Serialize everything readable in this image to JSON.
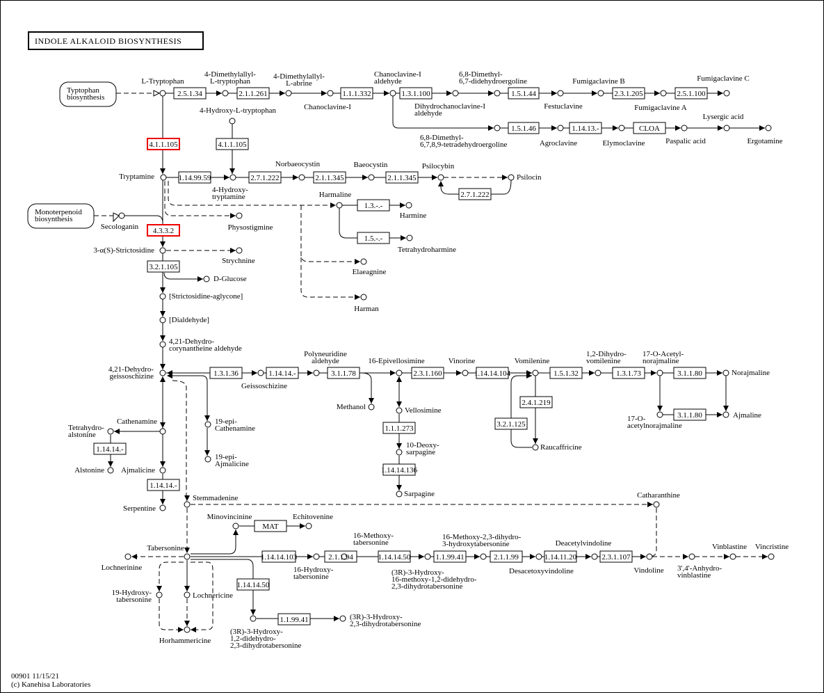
{
  "title": "INDOLE ALKALOID BIOSYNTHESIS",
  "footer": {
    "map_id_date": "00901 11/15/21",
    "copyright": "(c) Kanehisa Laboratories"
  },
  "colors": {
    "highlight": "#ee0000",
    "line": "#000000",
    "background": "#ffffff"
  },
  "maps": [
    {
      "id": "map-tryptophan",
      "label": [
        "Typtophan",
        "biosynthesis"
      ]
    },
    {
      "id": "map-monoterpenoid",
      "label": [
        "Monoterpenoid",
        "biosynthesis"
      ]
    }
  ],
  "enzymes": [
    {
      "id": "e1",
      "label": "2.5.1.34"
    },
    {
      "id": "e2",
      "label": "2.1.1.261"
    },
    {
      "id": "e3",
      "label": "1.1.1.332"
    },
    {
      "id": "e4",
      "label": "1.3.1.100"
    },
    {
      "id": "e5",
      "label": "1.5.1.44"
    },
    {
      "id": "e6",
      "label": "2.3.1.205"
    },
    {
      "id": "e7",
      "label": "2.5.1.100"
    },
    {
      "id": "e8",
      "label": "1.5.1.46"
    },
    {
      "id": "e9",
      "label": "1.14.13.-"
    },
    {
      "id": "e10",
      "label": "CLOA"
    },
    {
      "id": "e11",
      "label": "4.1.1.105",
      "highlighted": true
    },
    {
      "id": "e12",
      "label": "4.1.1.105"
    },
    {
      "id": "e13",
      "label": "1.14.99.59"
    },
    {
      "id": "e14",
      "label": "2.7.1.222"
    },
    {
      "id": "e15",
      "label": "2.1.1.345"
    },
    {
      "id": "e16",
      "label": "2.1.1.345"
    },
    {
      "id": "e17",
      "label": "2.7.1.222"
    },
    {
      "id": "e18",
      "label": "1.3.-.-"
    },
    {
      "id": "e19",
      "label": "1.5.-.-"
    },
    {
      "id": "e20",
      "label": "4.3.3.2",
      "highlighted": true
    },
    {
      "id": "e21",
      "label": "3.2.1.105"
    },
    {
      "id": "e22",
      "label": "1.3.1.36"
    },
    {
      "id": "e23",
      "label": "1.14.14.-"
    },
    {
      "id": "e24",
      "label": "3.1.1.78"
    },
    {
      "id": "e25",
      "label": "2.3.1.160"
    },
    {
      "id": "e26",
      "label": "1.14.14.104"
    },
    {
      "id": "e27",
      "label": "1.5.1.32"
    },
    {
      "id": "e28",
      "label": "1.3.1.73"
    },
    {
      "id": "e29",
      "label": "3.1.1.80"
    },
    {
      "id": "e30",
      "label": "3.1.1.80"
    },
    {
      "id": "e31",
      "label": "2.4.1.219"
    },
    {
      "id": "e32",
      "label": "3.2.1.125"
    },
    {
      "id": "e33",
      "label": "1.1.1.273"
    },
    {
      "id": "e34",
      "label": "1.14.14.136"
    },
    {
      "id": "e35",
      "label": "1.14.14.-"
    },
    {
      "id": "e36",
      "label": "1.14.14.-"
    },
    {
      "id": "e37",
      "label": "MAT"
    },
    {
      "id": "e38",
      "label": "1.14.14.103"
    },
    {
      "id": "e39",
      "label": "2.1.1.94"
    },
    {
      "id": "e40",
      "label": "1.14.14.50"
    },
    {
      "id": "e41",
      "label": "1.1.99.41"
    },
    {
      "id": "e42",
      "label": "2.1.1.99"
    },
    {
      "id": "e43",
      "label": "1.14.11.20"
    },
    {
      "id": "e44",
      "label": "2.3.1.107"
    },
    {
      "id": "e45",
      "label": "1.14.14.50"
    },
    {
      "id": "e46",
      "label": "1.1.99.41"
    }
  ],
  "compounds": [
    {
      "id": "c-ltrp",
      "label": [
        "L-Tryptophan"
      ]
    },
    {
      "id": "c-dmat",
      "label": [
        "4-Dimethylallyl-",
        "L-tryptophan"
      ]
    },
    {
      "id": "c-dmaa",
      "label": [
        "4-Dimethylallyl-",
        "L-abrine"
      ]
    },
    {
      "id": "c-chan",
      "label": [
        "Chanoclavine-I"
      ]
    },
    {
      "id": "c-chanald",
      "label": [
        "Chanoclavine-I",
        "aldehyde"
      ]
    },
    {
      "id": "c-dhchan",
      "label": [
        "Dihydrochanoclavine-I",
        "aldehyde"
      ]
    },
    {
      "id": "c-68dd",
      "label": [
        "6,8-Dimethyl-",
        "6,7-didehydroergoline"
      ]
    },
    {
      "id": "c-festu",
      "label": [
        "Festuclavine"
      ]
    },
    {
      "id": "c-fumb",
      "label": [
        "Fumigaclavine B"
      ]
    },
    {
      "id": "c-fuma",
      "label": [
        "Fumigaclavine A"
      ]
    },
    {
      "id": "c-fumc",
      "label": [
        "Fumigaclavine C"
      ]
    },
    {
      "id": "c-68tetra",
      "label": [
        "6,8-Dimethyl-",
        "6,7,8,9-tetradehydroergoline"
      ]
    },
    {
      "id": "c-agro",
      "label": [
        "Agroclavine"
      ]
    },
    {
      "id": "c-elymo",
      "label": [
        "Elymoclavine"
      ]
    },
    {
      "id": "c-paspalic",
      "label": [
        "Paspalic acid"
      ]
    },
    {
      "id": "c-lysergic",
      "label": [
        "Lysergic acid"
      ]
    },
    {
      "id": "c-ergot",
      "label": [
        "Ergotamine"
      ]
    },
    {
      "id": "c-4hltrp",
      "label": [
        "4-Hydroxy-L-tryptophan"
      ]
    },
    {
      "id": "c-tryptamine",
      "label": [
        "Tryptamine"
      ]
    },
    {
      "id": "c-4htrypt",
      "label": [
        "4-Hydroxy-",
        "tryptamine"
      ]
    },
    {
      "id": "c-norbaeo",
      "label": [
        "Norbaeocystin"
      ]
    },
    {
      "id": "c-baeo",
      "label": [
        "Baeocystin"
      ]
    },
    {
      "id": "c-psilocybin",
      "label": [
        "Psilocybin"
      ]
    },
    {
      "id": "c-psilocin",
      "label": [
        "Psilocin"
      ]
    },
    {
      "id": "c-harmaline",
      "label": [
        "Harmaline"
      ]
    },
    {
      "id": "c-harmine",
      "label": [
        "Harmine"
      ]
    },
    {
      "id": "c-thharmine",
      "label": [
        "Tetrahydroharmine"
      ]
    },
    {
      "id": "c-elaeag",
      "label": [
        "Elaeagnine"
      ]
    },
    {
      "id": "c-harman",
      "label": [
        "Harman"
      ]
    },
    {
      "id": "c-physo",
      "label": [
        "Physostigmine"
      ]
    },
    {
      "id": "c-secolog",
      "label": [
        "Secologanin"
      ]
    },
    {
      "id": "c-strictos",
      "label": [
        "3-α(S)-Strictosidine"
      ]
    },
    {
      "id": "c-strych",
      "label": [
        "Strychnine"
      ]
    },
    {
      "id": "c-dglc",
      "label": [
        "D-Glucose"
      ]
    },
    {
      "id": "c-aglycone",
      "label": [
        "[Strictosidine-aglycone]"
      ]
    },
    {
      "id": "c-dialdehyde",
      "label": [
        "[Dialdehyde]"
      ]
    },
    {
      "id": "c-421cory",
      "label": [
        "4,21-Dehydro-",
        "corynantheine aldehyde"
      ]
    },
    {
      "id": "c-421geiss",
      "label": [
        "4,21-Dehydro-",
        "geissoschizine"
      ]
    },
    {
      "id": "c-geiss",
      "label": [
        "Geissoschizine"
      ]
    },
    {
      "id": "c-polyneur",
      "label": [
        "Polyneuridine",
        "aldehyde"
      ]
    },
    {
      "id": "c-methanol",
      "label": [
        "Methanol"
      ]
    },
    {
      "id": "c-16epi",
      "label": [
        "16-Epivellosimine"
      ]
    },
    {
      "id": "c-vellos",
      "label": [
        "Vellosimine"
      ]
    },
    {
      "id": "c-10deoxy",
      "label": [
        "10-Deoxy-",
        "sarpagine"
      ]
    },
    {
      "id": "c-sarpagine",
      "label": [
        "Sarpagine"
      ]
    },
    {
      "id": "c-vinorine",
      "label": [
        "Vinorine"
      ]
    },
    {
      "id": "c-vomil",
      "label": [
        "Vomilenine"
      ]
    },
    {
      "id": "c-raucaff",
      "label": [
        "Raucaffricine"
      ]
    },
    {
      "id": "c-12dhv",
      "label": [
        "1,2-Dihydro-",
        "vomilenine"
      ]
    },
    {
      "id": "c-17oacnor",
      "label": [
        "17-O-Acetyl-",
        "norajmaline"
      ]
    },
    {
      "id": "c-17oacnor2",
      "label": [
        "17-O-",
        "acetylnorajmaline"
      ]
    },
    {
      "id": "c-norajm",
      "label": [
        "Norajmaline"
      ]
    },
    {
      "id": "c-ajmaline",
      "label": [
        "Ajmaline"
      ]
    },
    {
      "id": "c-cathen",
      "label": [
        "Cathenamine"
      ]
    },
    {
      "id": "c-thalst",
      "label": [
        "Tetrahydro-",
        "alstonine"
      ]
    },
    {
      "id": "c-alstonine",
      "label": [
        "Alstonine"
      ]
    },
    {
      "id": "c-ajmalicine",
      "label": [
        "Ajmalicine"
      ]
    },
    {
      "id": "c-serpentine",
      "label": [
        "Serpentine"
      ]
    },
    {
      "id": "c-19epicath",
      "label": [
        "19-epi-",
        "Cathenamine"
      ]
    },
    {
      "id": "c-19epiajm",
      "label": [
        "19-epi-",
        "Ajmalicine"
      ]
    },
    {
      "id": "c-stemmad",
      "label": [
        "Stemmadenine"
      ]
    },
    {
      "id": "c-catharan",
      "label": [
        "Catharanthine"
      ]
    },
    {
      "id": "c-minovinc",
      "label": [
        "Minovincinine"
      ]
    },
    {
      "id": "c-echitov",
      "label": [
        "Echitovenine"
      ]
    },
    {
      "id": "c-tabers",
      "label": [
        "Tabersonine"
      ]
    },
    {
      "id": "c-lochnerinine",
      "label": [
        "Lochnerinine"
      ]
    },
    {
      "id": "c-19htab",
      "label": [
        "19-Hydroxy-",
        "tabersonine"
      ]
    },
    {
      "id": "c-lochnericine",
      "label": [
        "Lochnericine"
      ]
    },
    {
      "id": "c-horhamm",
      "label": [
        "Horhammericine"
      ]
    },
    {
      "id": "c-16htab",
      "label": [
        "16-Hydroxy-",
        "tabersonine"
      ]
    },
    {
      "id": "c-16mtab",
      "label": [
        "16-Methoxy-",
        "tabersonine"
      ]
    },
    {
      "id": "c-3r16m",
      "label": [
        "(3R)-3-Hydroxy-",
        "16-methoxy-1,2-didehydro-",
        "2,3-dihydrotabersonine"
      ]
    },
    {
      "id": "c-16m23",
      "label": [
        "16-Methoxy-2,3-dihydro-",
        "3-hydroxytabersonine"
      ]
    },
    {
      "id": "c-desacetoxy",
      "label": [
        "Desacetoxyvindoline"
      ]
    },
    {
      "id": "c-deacetylv",
      "label": [
        "Deacetylvindoline"
      ]
    },
    {
      "id": "c-vindoline",
      "label": [
        "Vindoline"
      ]
    },
    {
      "id": "c-anhydrovin",
      "label": [
        "3',4'-Anhydro-",
        "vinblastine"
      ]
    },
    {
      "id": "c-vinblast",
      "label": [
        "Vinblastine"
      ]
    },
    {
      "id": "c-vincris",
      "label": [
        "Vincristine"
      ]
    },
    {
      "id": "c-3r12dd",
      "label": [
        "(3R)-3-Hydroxy-",
        "1,2-didehydro-",
        "2,3-dihydrotabersonine"
      ]
    },
    {
      "id": "c-3r23",
      "label": [
        "(3R)-3-Hydroxy-",
        "2,3-dihydrotabersonine"
      ]
    }
  ]
}
